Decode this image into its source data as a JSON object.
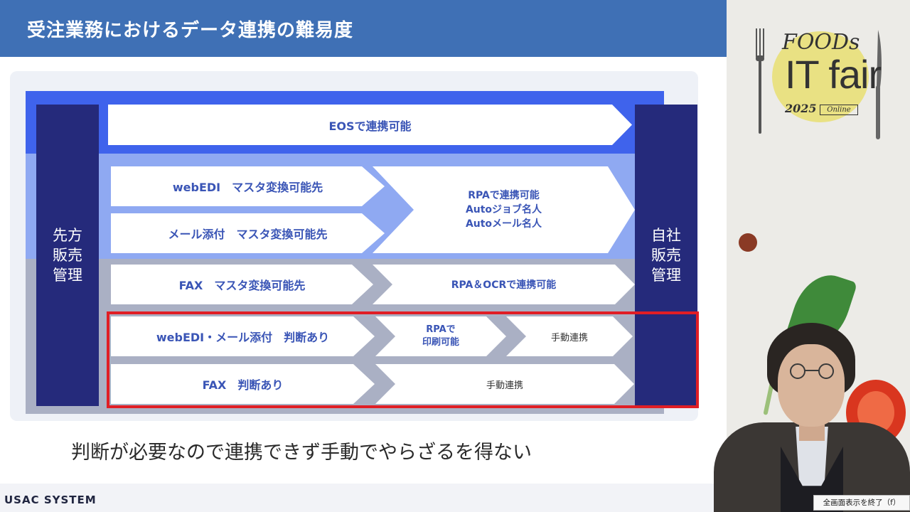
{
  "slide": {
    "title": "受注業務におけるデータ連携の難易度",
    "left_column": "先方販売管理",
    "right_column": "自社販売管理",
    "arrows": {
      "eos": "EOSで連携可能",
      "webedi_master": "webEDI　マスタ変換可能先",
      "mail_master": "メール添付　マスタ変換可能先",
      "rpa_lines": [
        "RPAで連携可能",
        "Autoジョブ名人",
        "Autoメール名人"
      ],
      "fax_master": "FAX　マスタ変換可能先",
      "rpa_ocr": "RPA＆OCRで連携可能",
      "webedi_mail_judge": "webEDI・メール添付　判断あり",
      "rpa_print_lines": [
        "RPAで",
        "印刷可能"
      ],
      "manual_1": "手動連携",
      "fax_judge": "FAX　判断あり",
      "manual_2": "手動連携"
    },
    "caption": "判断が必要なので連携できず手動でやらざるを得ない",
    "footer_logo": "USAC SYSTEM"
  },
  "video": {
    "logo": {
      "foods": "FOODs",
      "itfair": "IT fair",
      "year": "2025",
      "online": "Online"
    }
  },
  "controls": {
    "exit_fullscreen": "全画面表示を終了（f）"
  },
  "colors": {
    "header": "#3f70b5",
    "side_column": "#252a7b",
    "band_blue": "#3f63ec",
    "band_light": "#8fa9f2",
    "band_gray": "#aab0c4",
    "arrow_text": "#3a55b6",
    "highlight": "#e01e25"
  }
}
